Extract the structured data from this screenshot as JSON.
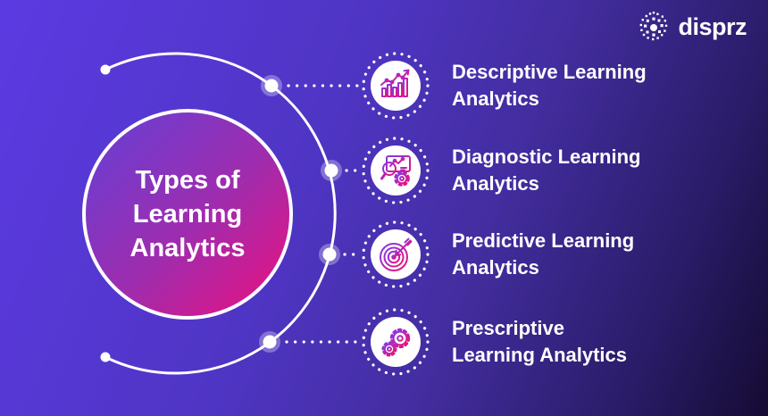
{
  "logo": {
    "brand": "disprz"
  },
  "center_circle": {
    "title_lines": [
      "Types of",
      "Learning",
      "Analytics"
    ]
  },
  "items": [
    {
      "id": "descriptive",
      "icon": "growth-bar-chart-icon",
      "label_line1": "Descriptive Learning",
      "label_line2": "Analytics"
    },
    {
      "id": "diagnostic",
      "icon": "magnifier-analytics-gear-icon",
      "label_line1": "Diagnostic Learning",
      "label_line2": "Analytics"
    },
    {
      "id": "predictive",
      "icon": "target-dart-icon",
      "label_line1": "Predictive Learning",
      "label_line2": "Analytics"
    },
    {
      "id": "prescriptive",
      "icon": "double-gear-icon",
      "label_line1": "Prescriptive",
      "label_line2": "Learning Analytics"
    }
  ],
  "colors": {
    "background_start": "#5c3ae2",
    "background_end": "#150b33",
    "circle_gradient_start": "#6340d8",
    "circle_gradient_end": "#ee0f7e",
    "icon_gradient_start": "#8438e8",
    "icon_gradient_end": "#ee1179",
    "line_color": "#ffffff",
    "text_color": "#ffffff"
  }
}
